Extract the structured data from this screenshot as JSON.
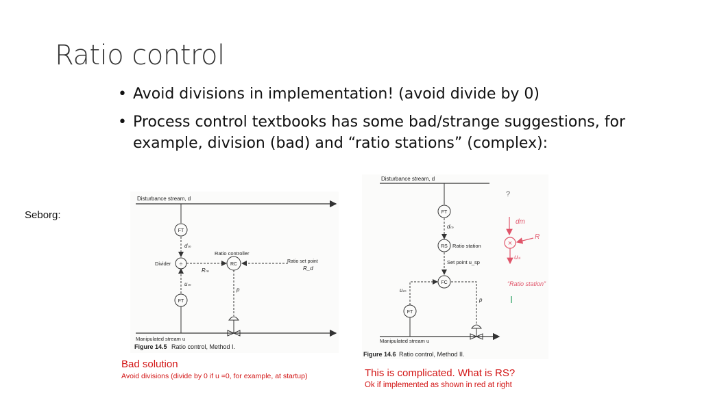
{
  "slide": {
    "title": "Ratio control",
    "bullets": [
      "Avoid divisions in implementation! (avoid divide by 0)",
      "Process control textbooks has some bad/strange suggestions, for example, division (bad) and “ratio stations” (complex):"
    ],
    "side_label": "Seborg:"
  },
  "figure1": {
    "disturbance_label": "Disturbance stream, d",
    "ft_top": "FT",
    "dm_label": "dₘ",
    "divider_label": "Divider",
    "divider_symbol": "÷",
    "ratio_controller_label": "Ratio controller",
    "rc_label": "RC",
    "rm_label": "Rₘ",
    "setpoint_label": "Ratio set point",
    "rd_label": "R_d",
    "um_label": "uₘ",
    "p_label": "p",
    "ft_bottom": "FT",
    "manipulated_label": "Manipulated stream u",
    "caption_bold": "Figure 14.5",
    "caption_text": "Ratio control, Method I."
  },
  "figure2": {
    "disturbance_label": "Disturbance stream, d",
    "ft_top": "FT",
    "dm_label": "dₘ",
    "rs_label": "RS",
    "ratio_station_label": "Ratio station",
    "setpoint_label": "Set point u_sp",
    "fc_label": "FC",
    "um_label": "uₘ",
    "p_label": "p",
    "ft_bottom": "FT",
    "manipulated_label": "Manipulated stream u",
    "caption_bold": "Figure 14.6",
    "caption_text": "Ratio control, Method II.",
    "handwriting": {
      "question": "?",
      "dm": "dm",
      "multiply": "×",
      "r": "R",
      "u": "uₛ",
      "ratio_station": "“Ratio station”"
    }
  },
  "notes": {
    "bad_title": "Bad solution",
    "bad_detail": "Avoid divisions (divide by 0 if u =0, for example, at startup)",
    "complicated_title": "This is complicated. What is RS?",
    "complicated_detail": "Ok if implemented as shown in red at right"
  },
  "colors": {
    "red_note": "#d21414",
    "hand_red": "#e0556a",
    "line": "#333333"
  }
}
